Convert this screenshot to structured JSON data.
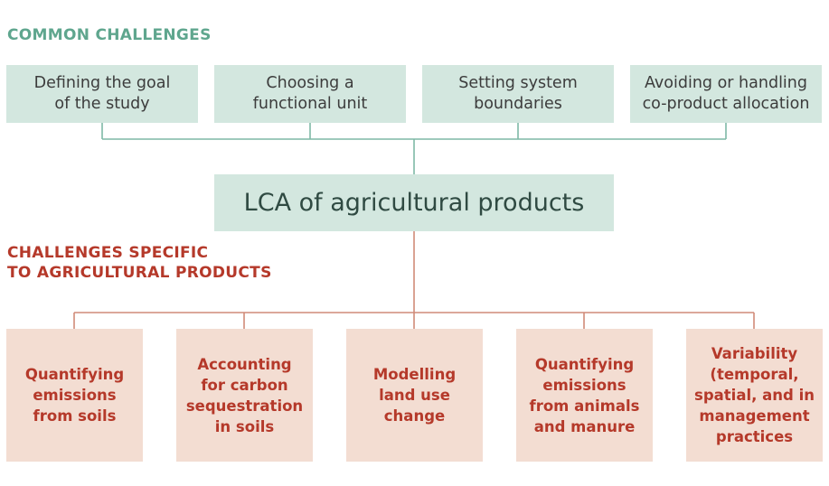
{
  "headings": {
    "common": "COMMON CHALLENGES",
    "specific_line1": "CHALLENGES SPECIFIC",
    "specific_line2": "TO AGRICULTURAL PRODUCTS"
  },
  "center": {
    "label": "LCA of agricultural products"
  },
  "common_challenges": [
    {
      "line1": "Defining the goal",
      "line2": "of the study"
    },
    {
      "line1": "Choosing a",
      "line2": "functional unit"
    },
    {
      "line1": "Setting system",
      "line2": "boundaries"
    },
    {
      "line1": "Avoiding or handling",
      "line2": "co-product allocation"
    }
  ],
  "specific_challenges": [
    {
      "lines": [
        "Quantifying",
        "emissions",
        "from soils"
      ]
    },
    {
      "lines": [
        "Accounting",
        "for carbon",
        "sequestration",
        "in soils"
      ]
    },
    {
      "lines": [
        "Modelling",
        "land use",
        "change"
      ]
    },
    {
      "lines": [
        "Quantifying",
        "emissions",
        "from animals",
        "and manure"
      ]
    },
    {
      "lines": [
        "Variability",
        "(temporal,",
        "spatial, and in",
        "management",
        "practices"
      ]
    }
  ],
  "colors": {
    "green_fill": "#d3e7df",
    "green_line": "#7fb9a6",
    "green_heading": "#5fa68e",
    "red_fill": "#f3ddd2",
    "red_line": "#d08a78",
    "red_text": "#b5392a"
  }
}
